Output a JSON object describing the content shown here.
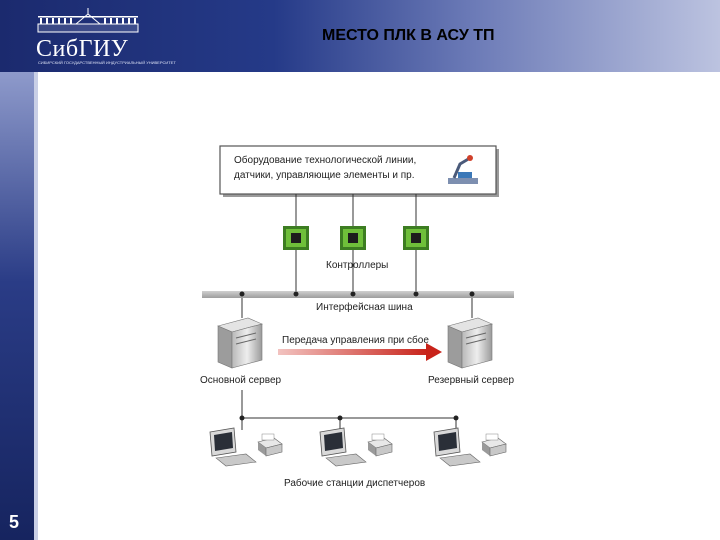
{
  "header": {
    "title": "МЕСТО ПЛК В АСУ ТП",
    "logo_text": "СибГИУ",
    "logo_subtitle": "СИБИРСКИЙ ГОСУДАРСТВЕННЫЙ ИНДУСТРИАЛЬНЫЙ УНИВЕРСИТЕТ"
  },
  "slide_number": "5",
  "diagram": {
    "equipment_box": {
      "line1": "Оборудование технологической линии,",
      "line2": "датчики, управляющие элементы и пр."
    },
    "controllers_label": "Контроллеры",
    "bus_label": "Интерфейсная шина",
    "failover_label": "Передача управления при сбое",
    "main_server_label": "Основной сервер",
    "backup_server_label": "Резервный сервер",
    "workstations_label": "Рабочие станции диспетчеров"
  },
  "colors": {
    "header_dark": "#1b2a6e",
    "arrow_red": "#d02a20",
    "bus_gray": "#b9b9b9",
    "chip_green": "#5fae2e"
  }
}
